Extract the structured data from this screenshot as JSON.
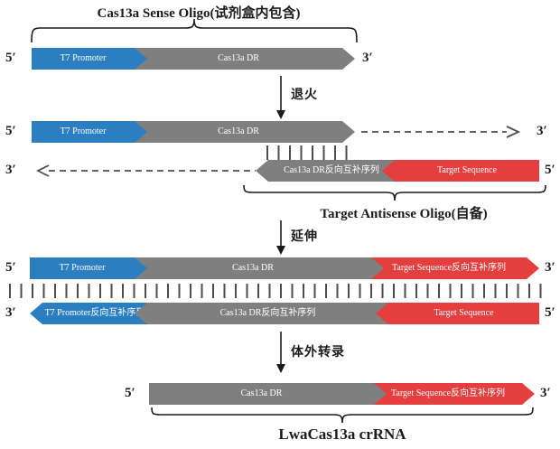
{
  "colors": {
    "blue": "#2b7fc0",
    "gray": "#7f7f7f",
    "red": "#e43e3e",
    "line": "#4d4d4d",
    "ink": "#1b1b1b"
  },
  "header": {
    "title": "Cas13a Sense Oligo(试剂盒内包含)"
  },
  "steps": {
    "anneal": "退火",
    "extend": "延伸",
    "transcribe": "体外转录"
  },
  "braces": {
    "antisense_label": "Target Antisense Oligo(自备)",
    "crrna_label": "LwaCas13a crRNA"
  },
  "segments": {
    "t7_promoter": "T7 Promoter",
    "cas13a_dr": "Cas13a DR",
    "cas13a_dr_rc": "Cas13a DR反向互补序列",
    "t7_promoter_rc": "T7 Promoter反向互补序列",
    "target_seq": "Target Sequence",
    "target_seq_rc": "Target Sequence反向互补序列"
  },
  "ends": {
    "five_prime": "5′",
    "three_prime": "3′"
  }
}
